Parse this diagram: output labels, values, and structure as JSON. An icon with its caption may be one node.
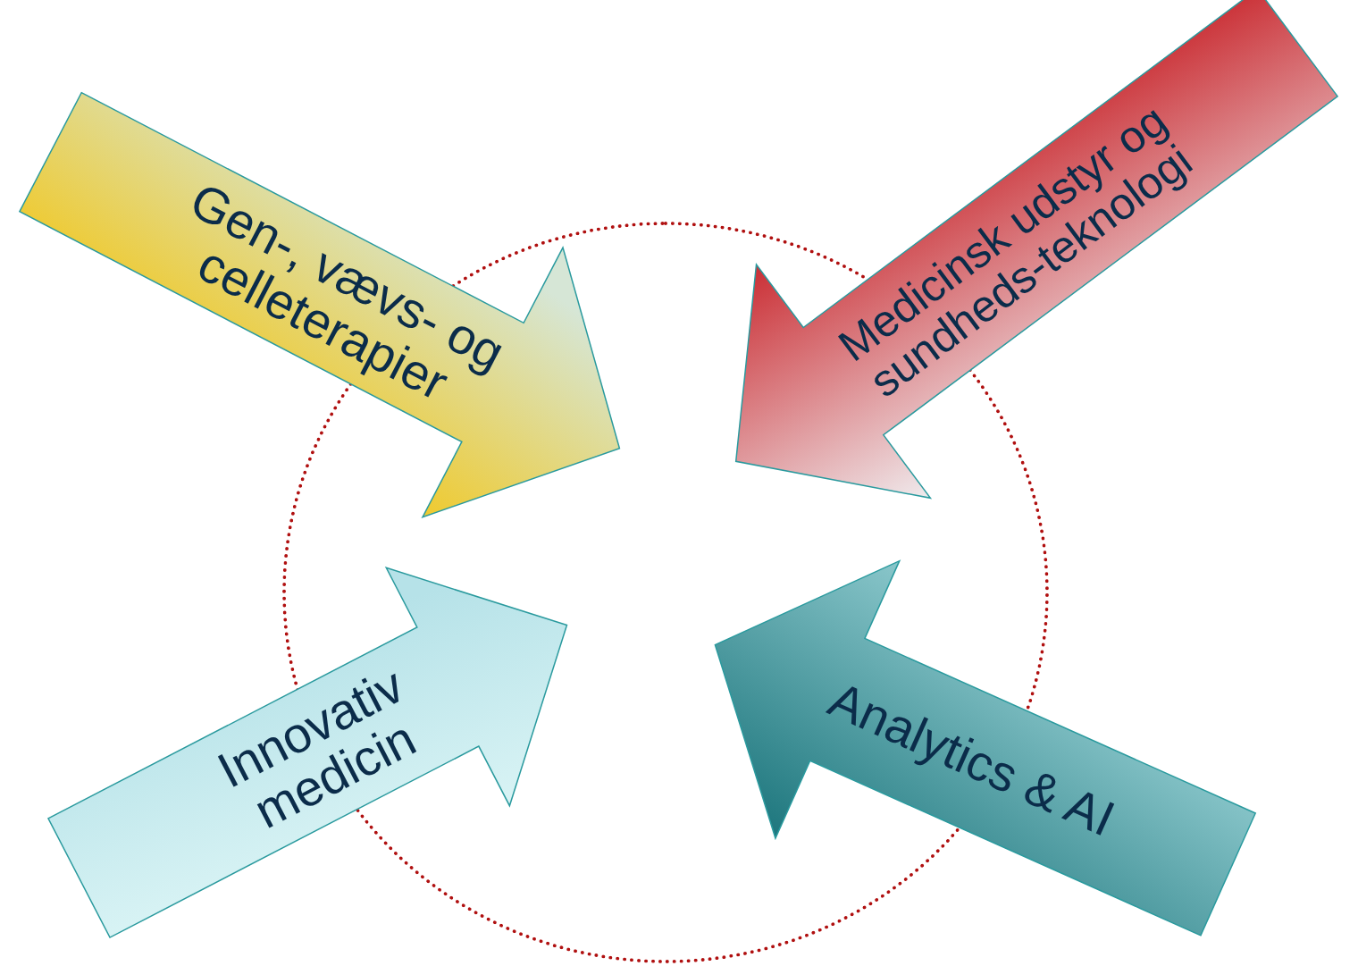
{
  "diagram": {
    "nodes": [
      {
        "text": [],
        "shape": "circle"
      },
      {
        "text": [
          "Gen-, vævs- og celleterapier"
        ]
      },
      {
        "text": [
          "Medicinsk udstyr og sundheds-teknologi"
        ]
      },
      {
        "text": [
          "Innovativ medicin"
        ]
      },
      {
        "text": [
          "Analytics & AI"
        ]
      }
    ]
  }
}
